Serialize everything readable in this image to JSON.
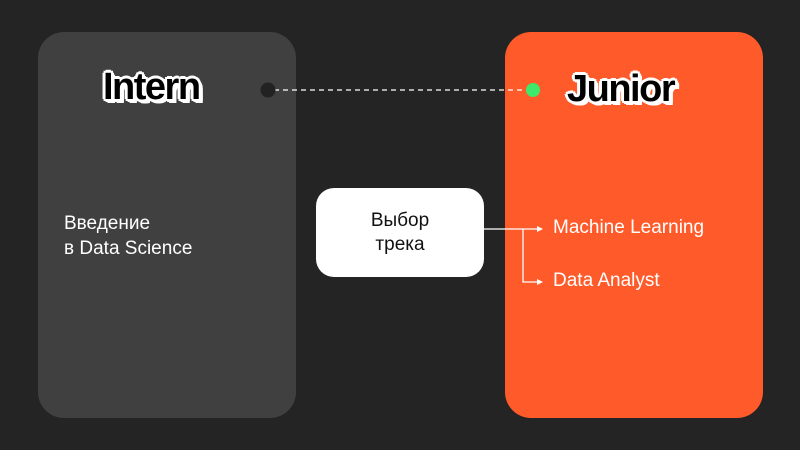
{
  "intern": {
    "logo": "Intern",
    "line1": "Введение",
    "line2": "в Data Science",
    "color": "#404040"
  },
  "junior": {
    "logo": "Junior",
    "color": "#ff5a2a"
  },
  "track_choice": {
    "line1": "Выбор",
    "line2": "трека"
  },
  "tracks": [
    "Machine Learning",
    "Data Analyst"
  ],
  "connector": {
    "start_dot_color": "#222222",
    "end_dot_color": "#3ee86a",
    "style": "dashed"
  }
}
